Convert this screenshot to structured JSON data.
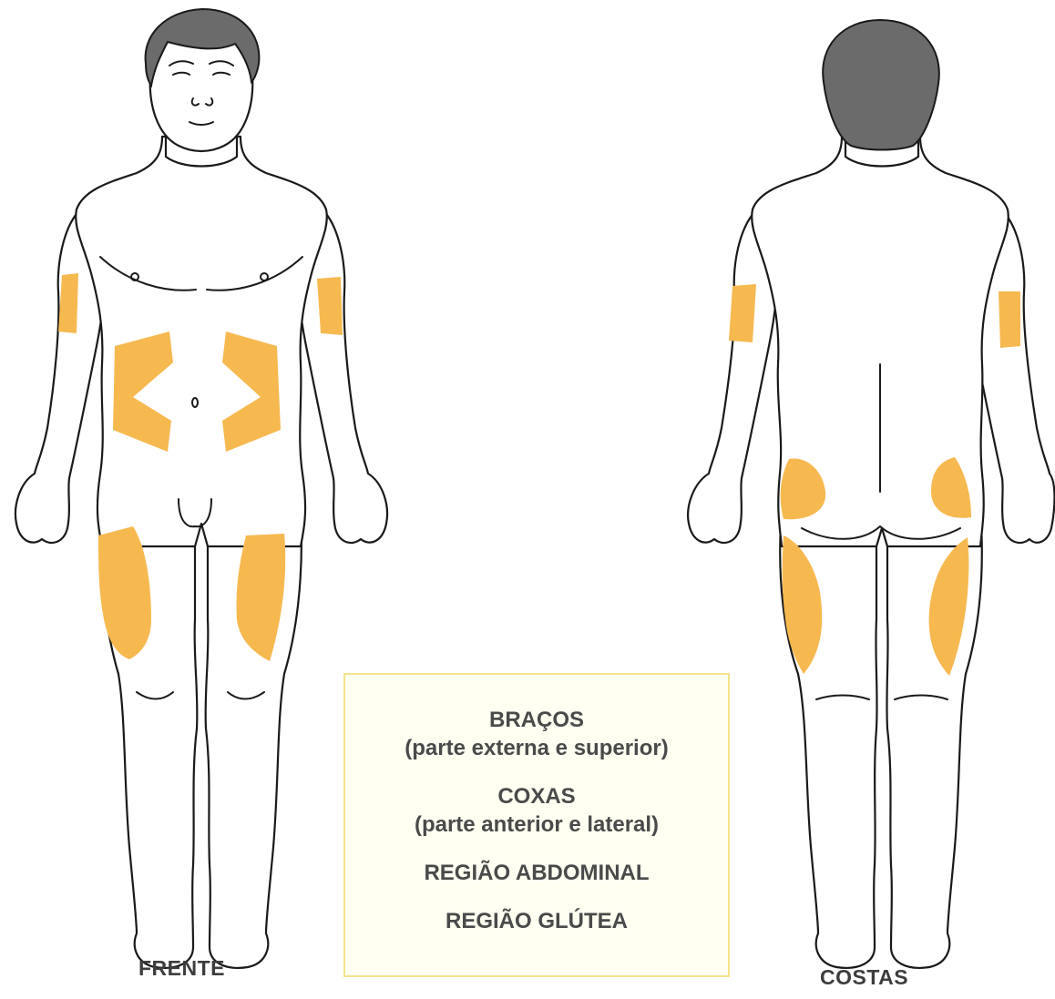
{
  "zone_color": "#f6b950",
  "views": [
    {
      "caption": "FRENTE"
    },
    {
      "caption": "COSTAS"
    }
  ],
  "legend": {
    "items": [
      {
        "title": "BRAÇOS",
        "detail": "(parte externa e superior)"
      },
      {
        "title": "COXAS",
        "detail": "(parte anterior e lateral)"
      },
      {
        "title": "REGIÃO ABDOMINAL",
        "detail": ""
      },
      {
        "title": "REGIÃO GLÚTEA",
        "detail": ""
      }
    ]
  }
}
